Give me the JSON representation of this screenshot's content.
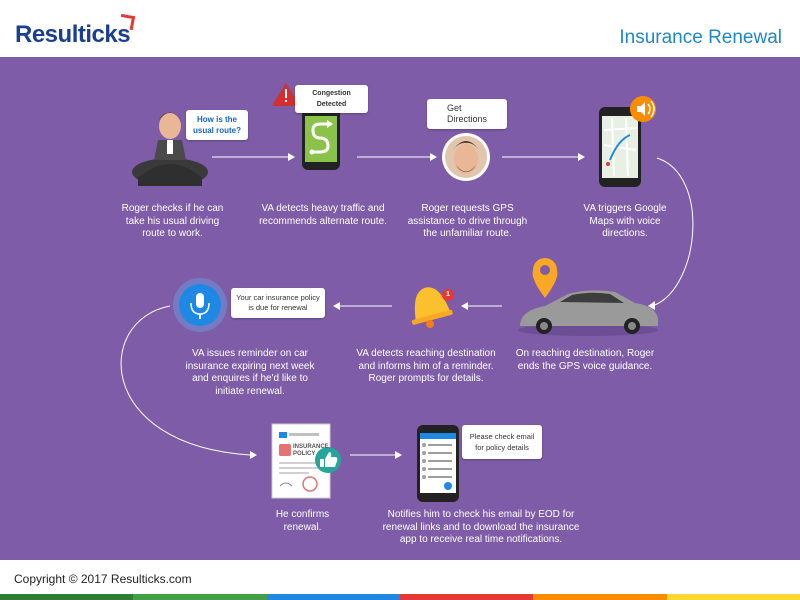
{
  "header": {
    "logo": "Resulticks",
    "title": "Insurance Renewal"
  },
  "footer": {
    "copyright": "Copyright © 2017 Resulticks.com",
    "stripe_colors": [
      "#2e7d32",
      "#43a047",
      "#1e88e5",
      "#e53935",
      "#fb8c00",
      "#fdd835"
    ]
  },
  "colors": {
    "panel_background": "#7e5ca8",
    "title_blue": "#1e88c8",
    "logo_navy": "#1a3f8f",
    "phone_green": "#8bc34a",
    "alert_red": "#d32f2f",
    "bell_yellow": "#fbc02d",
    "pin_orange": "#f9a825",
    "mic_blue": "#2196f3",
    "thumbs_teal": "#26a69a"
  },
  "steps": [
    {
      "id": "usual-route",
      "caption": "Roger checks if he can\ntake his usual driving\nroute to work.",
      "bubble": "How is the\nusual route?",
      "icon": "man-driving-icon"
    },
    {
      "id": "alternate-route",
      "caption": "VA detects heavy traffic and\nrecommends alternate route.",
      "bubble": "Congestion Detected",
      "icon": "route-phone-icon"
    },
    {
      "id": "gps-assistance",
      "caption": "Roger requests GPS\nassistance to drive through\nthe unfamiliar route.",
      "bubble": "Get Directions",
      "icon": "man-face-icon"
    },
    {
      "id": "google-maps",
      "caption": "VA triggers Google\nMaps with voice\ndirections.",
      "icon": "maps-phone-icon"
    },
    {
      "id": "destination",
      "caption": "On reaching destination, Roger\nends the GPS voice guidance.",
      "icon": "car-icon"
    },
    {
      "id": "reminder-detect",
      "caption": "VA detects reaching destination\nand informs him of a reminder.\nRoger prompts for details.",
      "icon": "bell-icon",
      "badge": "1"
    },
    {
      "id": "renewal-reminder",
      "caption": "VA issues reminder on car\ninsurance expiring next week\nand enquires if he'd like to\ninitiate renewal.",
      "bubble": "Your car insurance policy\nis due for renewal",
      "icon": "microphone-icon"
    },
    {
      "id": "confirm",
      "caption": "He confirms\nrenewal.",
      "icon": "insurance-policy-icon",
      "doc_title": "INSURANCE\nPOLICY"
    },
    {
      "id": "email-notify",
      "caption": "Notifies him to check his email by EOD for\nrenewal links and to download the insurance\napp to receive real time notifications.",
      "bubble": "Please check  email\nfor policy details",
      "icon": "email-phone-icon"
    }
  ]
}
